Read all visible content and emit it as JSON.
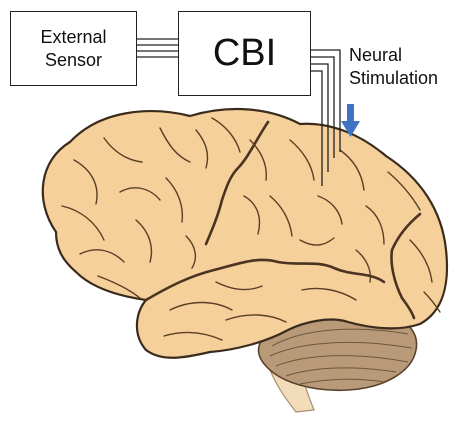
{
  "boxes": {
    "sensor": {
      "line1": "External",
      "line2": "Sensor"
    },
    "cbi": {
      "label": "CBI"
    }
  },
  "labels": {
    "stimulation_line1": "Neural",
    "stimulation_line2": "Stimulation"
  },
  "colors": {
    "brain_fill": "#f5d09a",
    "brain_outline": "#3a2b1d",
    "sulcus": "#4a3320",
    "cerebellum": "#b89a78",
    "brainstem": "#f2dcba",
    "arrow": "#3f74c4",
    "wire": "#222222"
  }
}
